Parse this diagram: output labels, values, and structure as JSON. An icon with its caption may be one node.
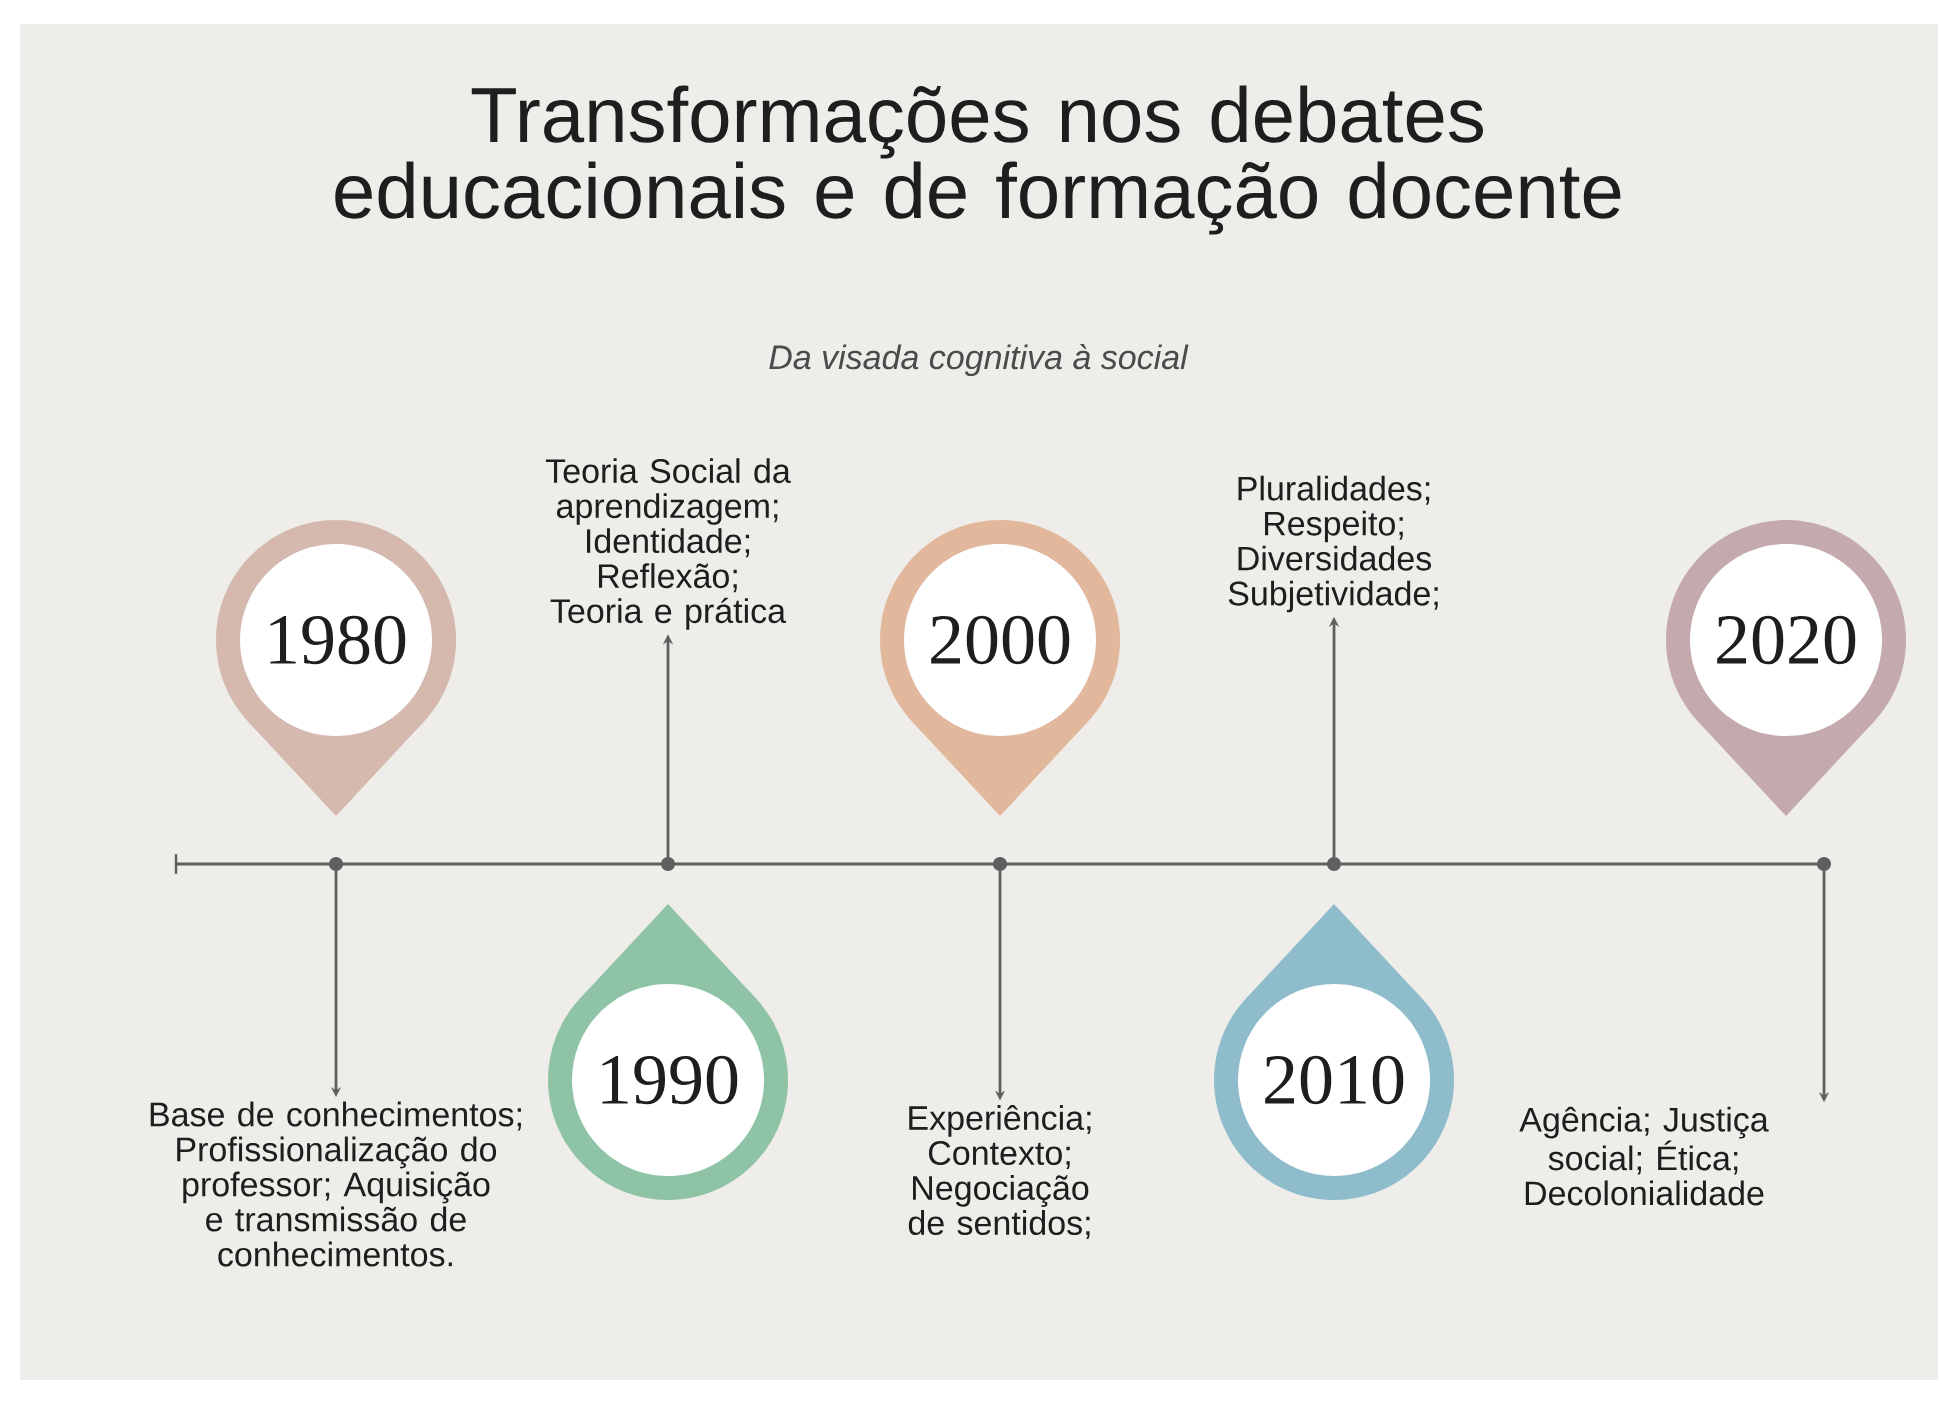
{
  "diagram": {
    "title": "Transformações nos debates educacionais e de formação docente",
    "caption": "Da visada cognitiva à social",
    "nodes": [
      {
        "text": [
          "1980"
        ]
      },
      {
        "text": [
          "Base de conhecimentos; Profissionalização do professor; Aquisição e transmissão de conhecimentos."
        ]
      },
      {
        "text": [
          "1990"
        ]
      },
      {
        "text": [
          "Teoria Social da aprendizagem; Identidade; Reflexão; Teoria e prática"
        ]
      },
      {
        "text": [
          "2000"
        ]
      },
      {
        "text": [
          "Experiência; Contexto; Negociação de sentidos;"
        ]
      },
      {
        "text": [
          "2010"
        ]
      },
      {
        "text": [
          "Pluralidades; Respeito; Diversidades Subjetividade;"
        ]
      },
      {
        "text": [
          "2020"
        ]
      },
      {
        "text": [
          "Agência; Justiça social; Ética; Decolonialidade"
        ]
      }
    ],
    "edges": [
      {
        "from": null,
        "to": 1,
        "arrow": "to"
      },
      {
        "from": null,
        "to": 3,
        "arrow": "to"
      },
      {
        "from": null,
        "to": 5,
        "arrow": "to"
      },
      {
        "from": null,
        "to": 7,
        "arrow": "to"
      },
      {
        "from": null,
        "to": 9,
        "arrow": "to"
      }
    ]
  }
}
